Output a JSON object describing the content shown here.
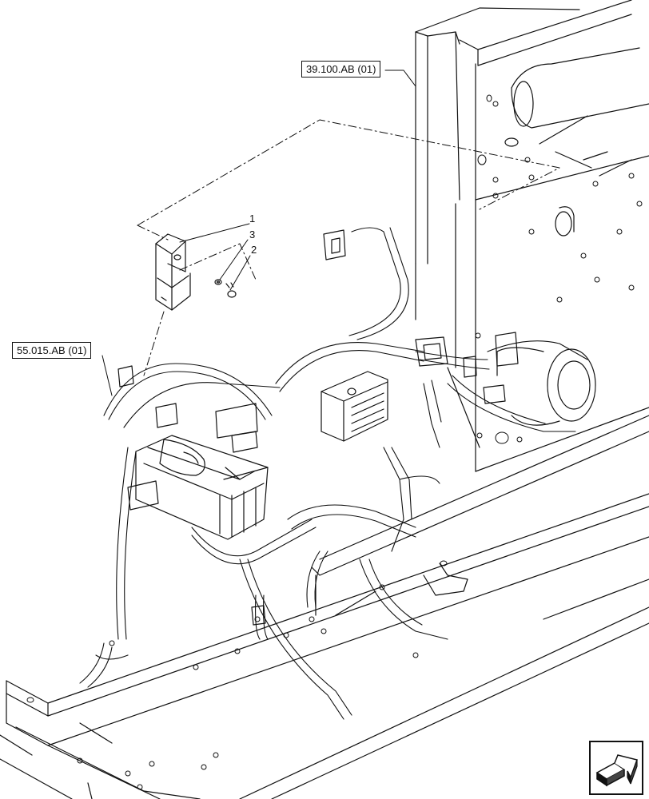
{
  "references": {
    "top_ref": "39.100.AB (01)",
    "left_ref": "55.015.AB (01)"
  },
  "callouts": {
    "item_1": "1",
    "item_2": "2",
    "item_3": "3"
  },
  "navigation": {
    "icon": "arrow-navigation-icon"
  }
}
